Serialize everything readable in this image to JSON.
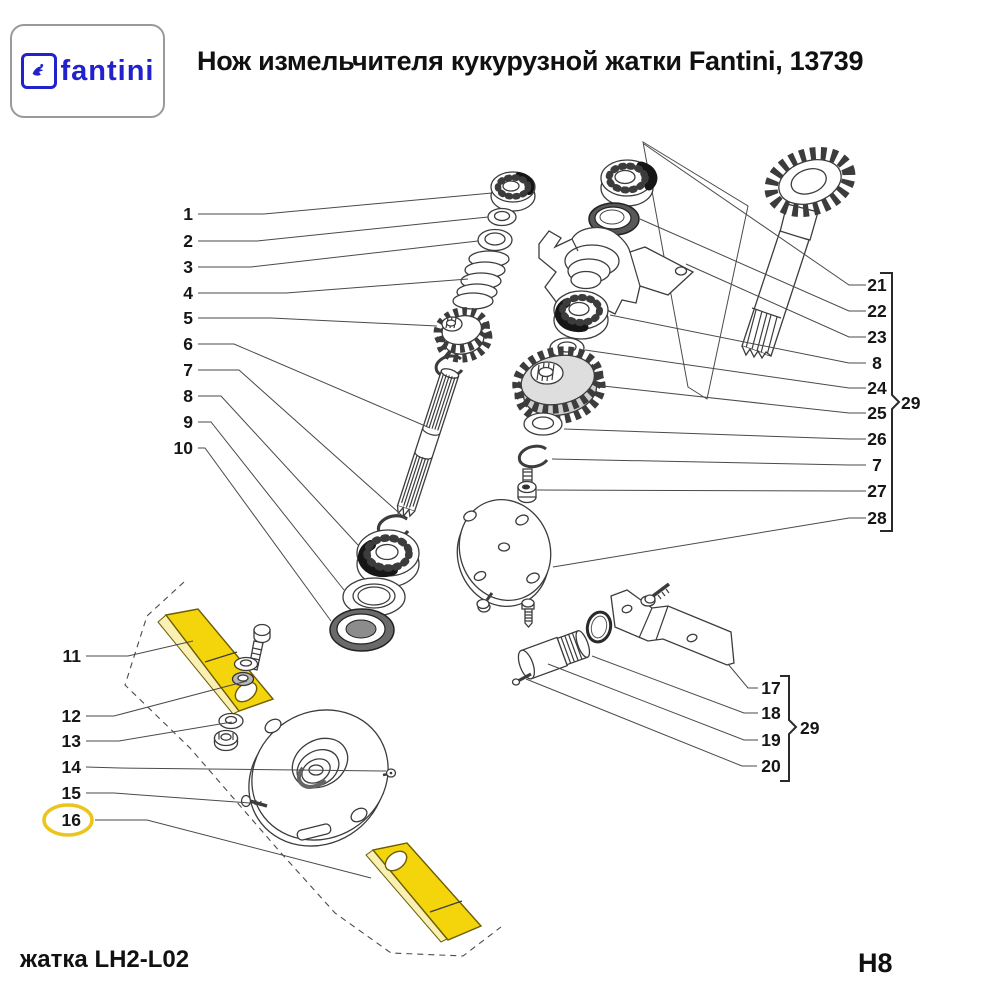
{
  "logo": {
    "brand": "fantini"
  },
  "header": {
    "title": "Нож измельчителя кукурузной жатки Fantini, 13739"
  },
  "footer": {
    "left": "жатка LH2-L02",
    "right": "H8"
  },
  "colors": {
    "blade_highlight": "#f4d40b",
    "blade_edge_light": "#faf0b4",
    "callout_ring": "#ecc51c",
    "brand_blue": "#2222cd",
    "gear_fill": "#dedede",
    "line": "#3c3c3c"
  },
  "callouts": {
    "left": [
      "1",
      "2",
      "3",
      "4",
      "5",
      "6",
      "7",
      "8",
      "9",
      "10"
    ],
    "right": [
      "21",
      "22",
      "23",
      "8",
      "24",
      "25",
      "26",
      "7",
      "27",
      "28"
    ],
    "right_bracket_label": "29",
    "lower_left": [
      "11",
      "12",
      "13",
      "14",
      "15",
      "16"
    ],
    "highlighted_callout": "16",
    "lower_right": [
      "17",
      "18",
      "19",
      "20"
    ],
    "lower_right_bracket_label": "29"
  }
}
